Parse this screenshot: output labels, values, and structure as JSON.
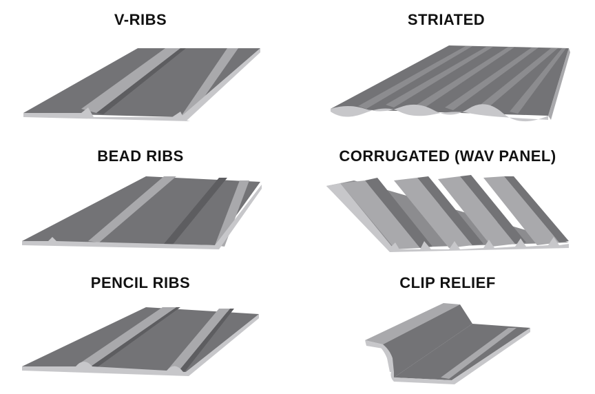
{
  "colors": {
    "background": "#ffffff",
    "label": "#111111",
    "panel_top": "#737376",
    "panel_light": "#a9a9ac",
    "panel_edge": "#c7c7ca",
    "panel_dark": "#5d5d60"
  },
  "panels": [
    {
      "label": "V-RIBS"
    },
    {
      "label": "STRIATED"
    },
    {
      "label": "BEAD RIBS"
    },
    {
      "label": "CORRUGATED (WAV PANEL)"
    },
    {
      "label": "PENCIL RIBS"
    },
    {
      "label": "CLIP RELIEF"
    }
  ]
}
